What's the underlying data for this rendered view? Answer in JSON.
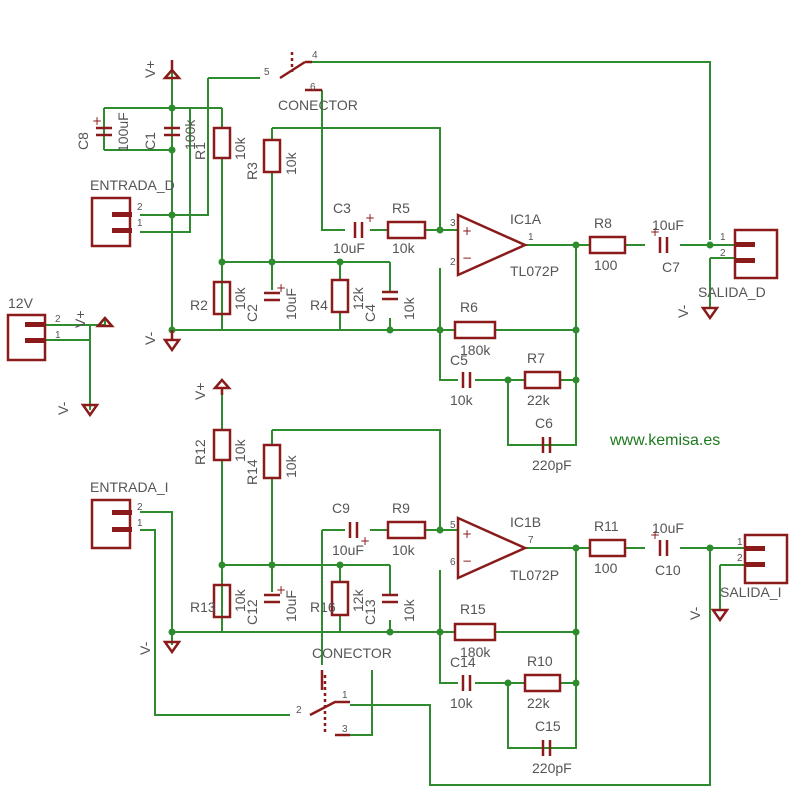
{
  "website": "www.kemisa.es",
  "labels": {
    "vplus": "V+",
    "vminus": "V-",
    "power_connector": "12V",
    "in_d": "ENTRADA_D",
    "in_i": "ENTRADA_I",
    "out_d": "SALIDA_D",
    "out_i": "SALIDA_I",
    "switch_top": "CONECTOR",
    "switch_bottom": "CONECTOR"
  },
  "pins": {
    "p1": "1",
    "p2": "2",
    "p3": "3",
    "p4": "4",
    "p5": "5",
    "p6": "6",
    "p7": "7"
  },
  "ic": {
    "a_name": "IC1A",
    "a_type": "TL072P",
    "b_name": "IC1B",
    "b_type": "TL072P"
  },
  "components": {
    "R1": {
      "name": "R1",
      "value": "10k"
    },
    "R2": {
      "name": "R2",
      "value": "10k"
    },
    "R3": {
      "name": "R3",
      "value": "10k"
    },
    "R4": {
      "name": "R4",
      "value": "12k"
    },
    "R5": {
      "name": "R5",
      "value": "10k"
    },
    "R6": {
      "name": "R6",
      "value": "180k"
    },
    "R7": {
      "name": "R7",
      "value": "22k"
    },
    "R8": {
      "name": "R8",
      "value": "100"
    },
    "R9": {
      "name": "R9",
      "value": "10k"
    },
    "R10": {
      "name": "R10",
      "value": "22k"
    },
    "R11": {
      "name": "R11",
      "value": "100"
    },
    "R12": {
      "name": "R12",
      "value": "10k"
    },
    "R13": {
      "name": "R13",
      "value": "10k"
    },
    "R14": {
      "name": "R14",
      "value": "10k"
    },
    "R15": {
      "name": "R15",
      "value": "180k"
    },
    "R16": {
      "name": "R16",
      "value": "12k"
    },
    "C1": {
      "name": "C1",
      "value": "100k"
    },
    "C2": {
      "name": "C2",
      "value": "10uF"
    },
    "C3": {
      "name": "C3",
      "value": "10uF"
    },
    "C4": {
      "name": "C4",
      "value": "10k"
    },
    "C5": {
      "name": "C5",
      "value": "10k"
    },
    "C6": {
      "name": "C6",
      "value": "220pF"
    },
    "C7": {
      "name": "C7",
      "value": "10uF"
    },
    "C8": {
      "name": "C8",
      "value": "100uF"
    },
    "C9": {
      "name": "C9",
      "value": "10uF"
    },
    "C10": {
      "name": "C10",
      "value": "10uF"
    },
    "C12": {
      "name": "C12",
      "value": "10uF"
    },
    "C13": {
      "name": "C13",
      "value": "10k"
    },
    "C14": {
      "name": "C14",
      "value": "10k"
    },
    "C15": {
      "name": "C15",
      "value": "220pF"
    }
  }
}
